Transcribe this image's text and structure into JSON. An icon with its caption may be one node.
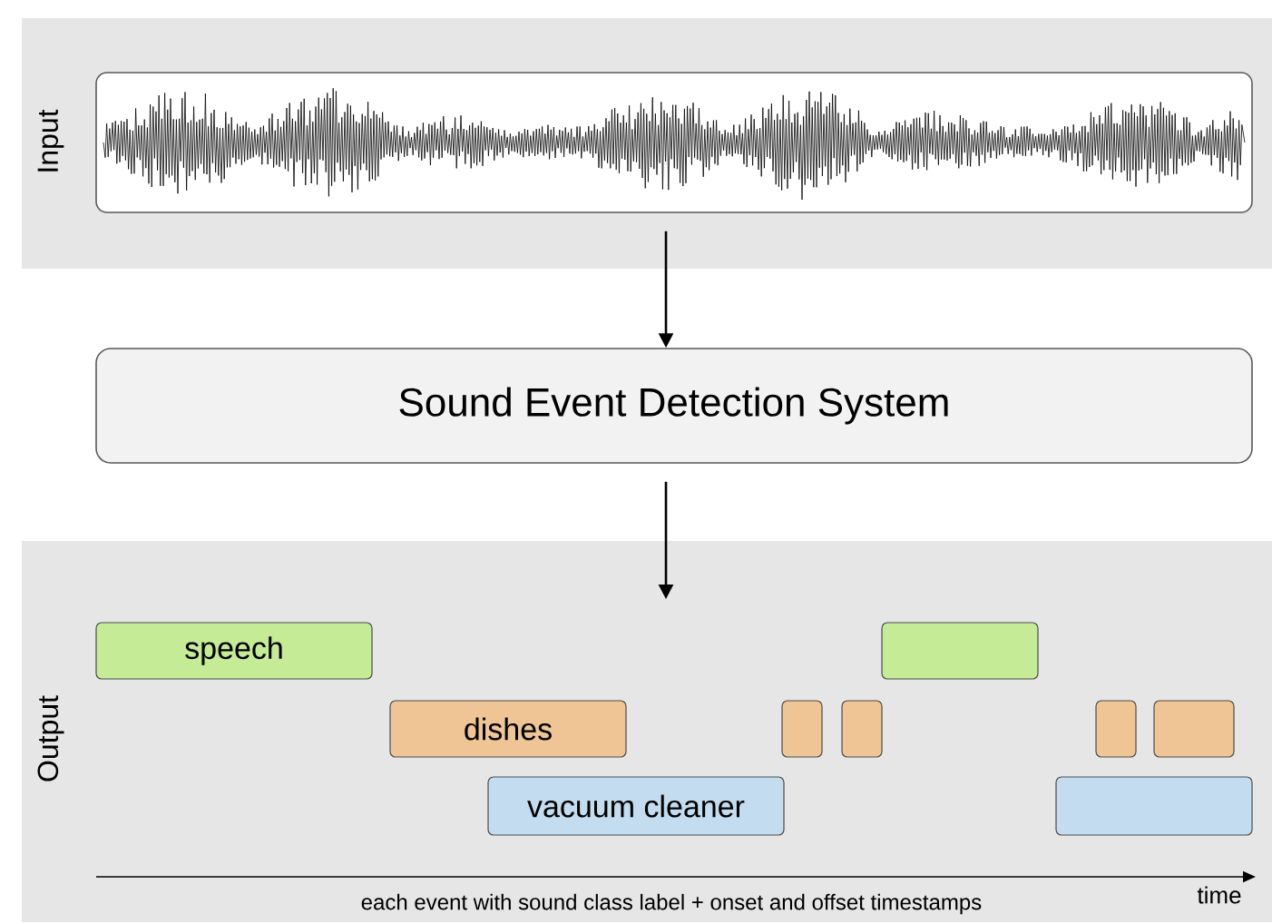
{
  "diagram": {
    "nodes": [
      {
        "text": [
          "Input"
        ]
      },
      {
        "text": [],
        "shape": "picture",
        "in": 0
      },
      {
        "text": [
          "Sound Event Detection System"
        ]
      },
      {
        "text": [
          "Output"
        ]
      },
      {
        "text": [
          "speech"
        ],
        "in": 3
      },
      {
        "text": [],
        "shape": "box",
        "in": 3
      },
      {
        "text": [
          "dishes"
        ],
        "in": 3
      },
      {
        "text": [],
        "shape": "box",
        "in": 3
      },
      {
        "text": [],
        "shape": "box",
        "in": 3
      },
      {
        "text": [],
        "shape": "box",
        "in": 3
      },
      {
        "text": [],
        "shape": "box",
        "in": 3
      },
      {
        "text": [
          "vacuum cleaner"
        ],
        "in": 3
      },
      {
        "text": [],
        "shape": "box",
        "in": 3
      }
    ],
    "edges": [
      {
        "from": 1,
        "to": 2,
        "arrow": "to"
      },
      {
        "from": 2,
        "to": 3,
        "arrow": "to"
      }
    ],
    "labels": [
      "time",
      "each event with sound class label + onset and offset timestamps"
    ]
  }
}
